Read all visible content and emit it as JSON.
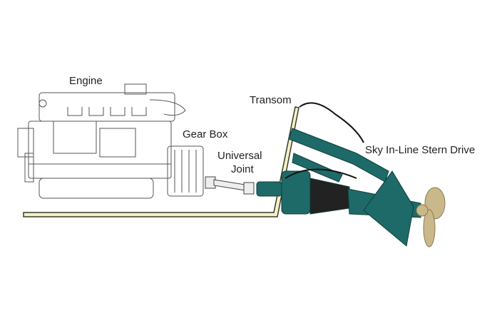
{
  "labels": {
    "engine": "Engine",
    "transom": "Transom",
    "gear_box": "Gear Box",
    "universal_joint_line1": "Universal",
    "universal_joint_line2": "Joint",
    "stern_drive": "Sky In-Line Stern Drive"
  },
  "colors": {
    "hull": "#f4f0c8",
    "hull_outline": "#3a3a2a",
    "drive_teal": "#1e6a68",
    "propeller": "#c9b98a",
    "engine_line": "#555555"
  }
}
